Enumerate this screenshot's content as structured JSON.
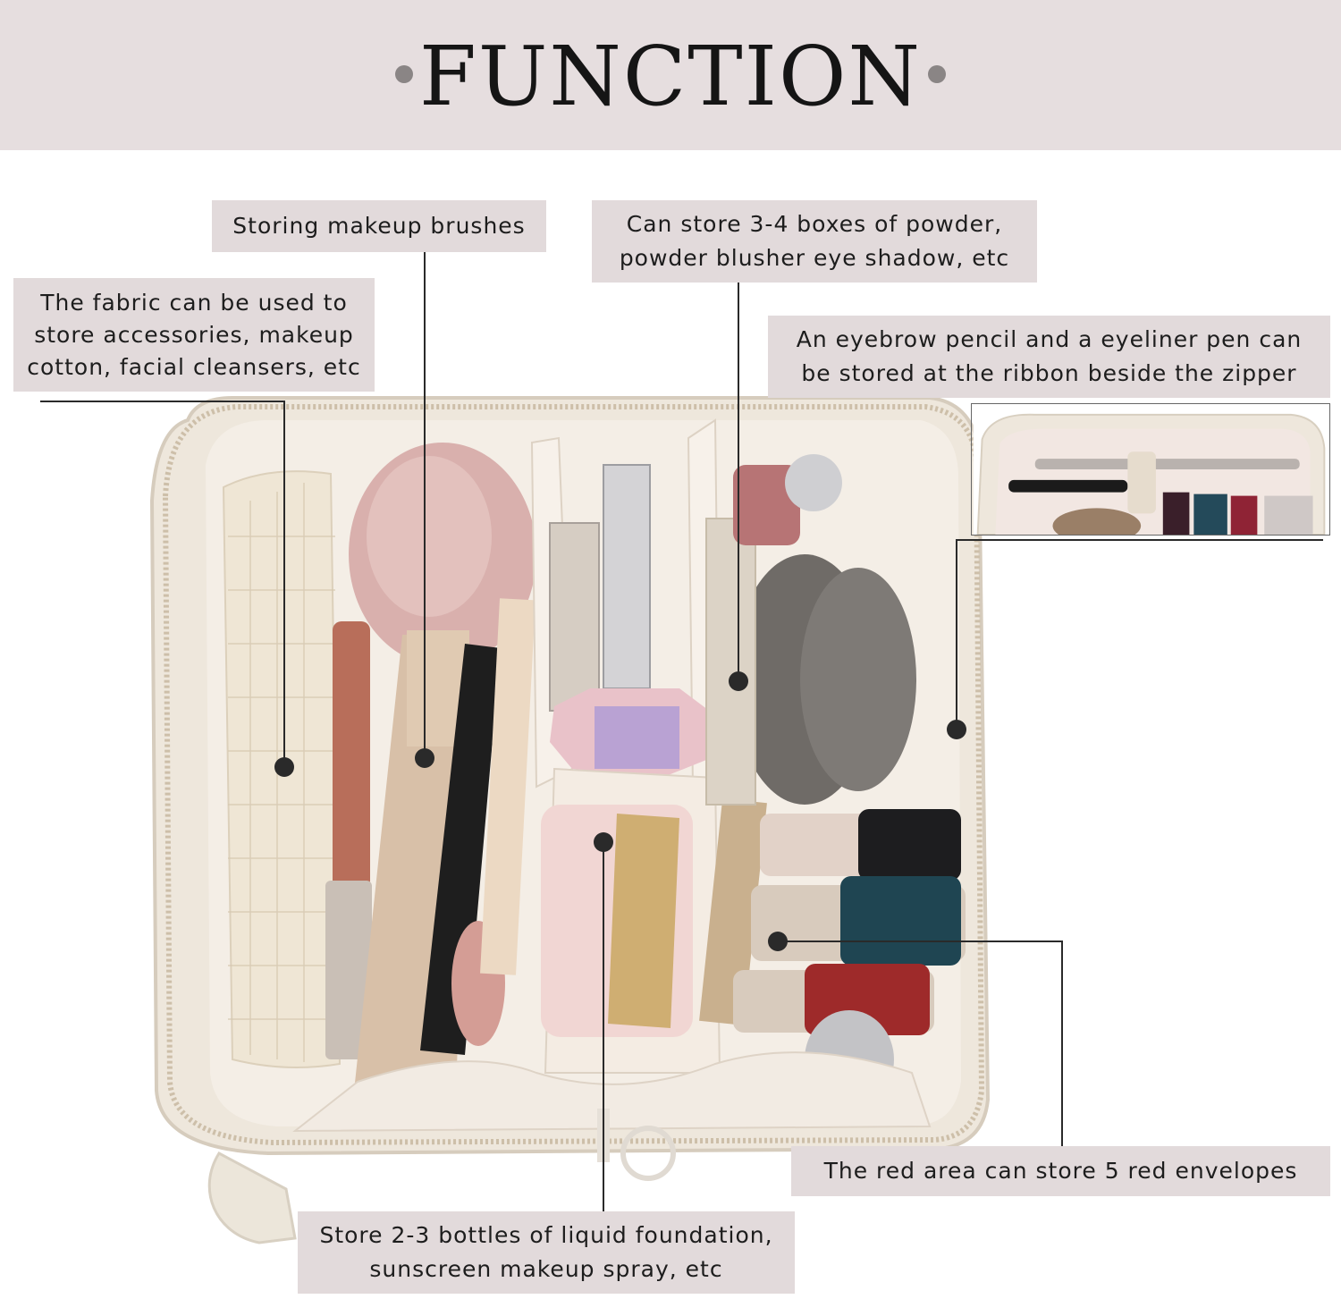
{
  "header": {
    "title": "FUNCTION"
  },
  "labels": {
    "brushes": {
      "line1": "Storing makeup brushes"
    },
    "powder": {
      "line1": "Can store 3-4 boxes of powder,",
      "line2": "powder blusher eye shadow, etc"
    },
    "fabric": {
      "line1": "The fabric can be used to",
      "line2": "store accessories, makeup",
      "line3": "cotton, facial cleansers, etc"
    },
    "ribbon": {
      "line1": "An eyebrow pencil and a eyeliner pen can",
      "line2": "be stored at the ribbon beside the zipper"
    },
    "red_area": {
      "line1": "The red area can store 5 red envelopes"
    },
    "foundation": {
      "line1": "Store 2-3 bottles of liquid foundation,",
      "line2": "sunscreen makeup spray, etc"
    }
  },
  "colors": {
    "header_bg": "#e6dedf",
    "label_bg": "#e2dadb",
    "pointer_line": "#2a2a2a"
  }
}
